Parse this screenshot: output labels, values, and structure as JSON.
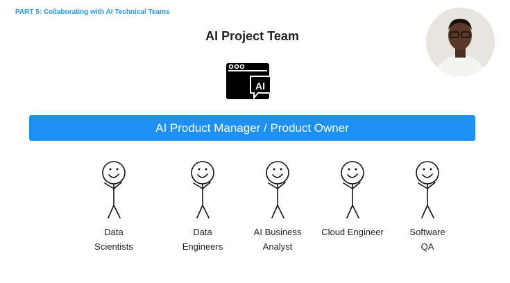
{
  "header": {
    "part_label": "PART 5: Collaborating with AI Technical Teams"
  },
  "slide": {
    "title": "AI Project Team",
    "icon": "ai-window-icon",
    "icon_text": "AI",
    "manager_bar": "AI Product Manager / Product Owner",
    "accent_color": "#1e90f5",
    "members": [
      {
        "line1": "Data",
        "line2": "Scientists"
      },
      {
        "line1": "Data",
        "line2": "Engineers"
      },
      {
        "line1": "AI Business",
        "line2": "Analyst"
      },
      {
        "line1": "Cloud Engineer",
        "line2": ""
      },
      {
        "line1": "Software",
        "line2": "QA"
      }
    ]
  }
}
